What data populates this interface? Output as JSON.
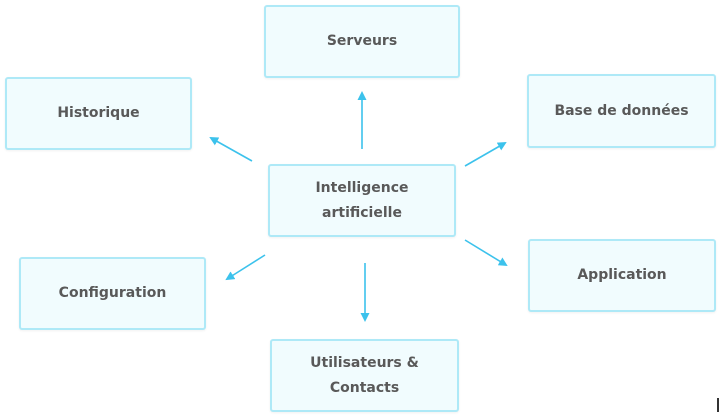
{
  "diagram": {
    "nodes": {
      "center": {
        "line1": "Intelligence",
        "line2": "artificielle"
      },
      "serveurs": {
        "label": "Serveurs"
      },
      "historique": {
        "label": "Historique"
      },
      "base": {
        "label": "Base de données"
      },
      "configuration": {
        "label": "Configuration"
      },
      "application": {
        "label": "Application"
      },
      "utilisateurs": {
        "line1": "Utilisateurs &",
        "line2": "Contacts"
      }
    },
    "edges": [
      {
        "from": "center",
        "to": "serveurs"
      },
      {
        "from": "center",
        "to": "historique"
      },
      {
        "from": "center",
        "to": "base"
      },
      {
        "from": "center",
        "to": "configuration"
      },
      {
        "from": "center",
        "to": "application"
      },
      {
        "from": "center",
        "to": "utilisateurs"
      }
    ],
    "colors": {
      "node_fill": "#f1fcfe",
      "node_border": "#aee9f7",
      "arrow": "#3cc2ec",
      "text": "#595959"
    }
  }
}
